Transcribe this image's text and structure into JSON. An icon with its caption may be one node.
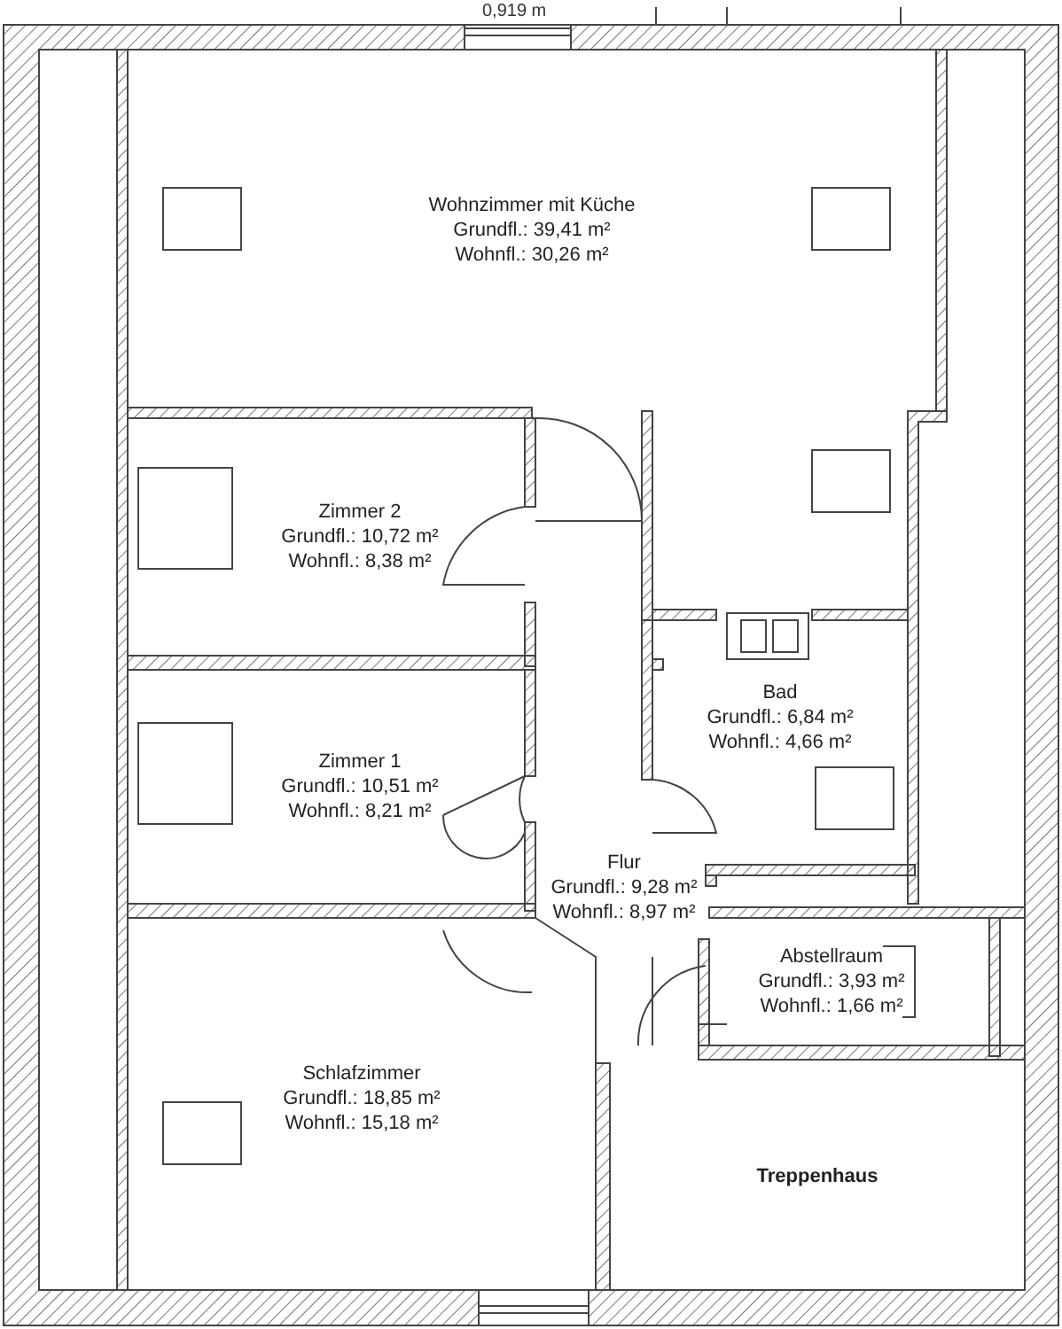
{
  "diagram": {
    "nodes": [
      {
        "text": [
          "Wohnzimmer mit Küche",
          "Grundfl.: 39,41 m²",
          "Wohnfl.: 30,26 m²"
        ]
      },
      {
        "text": [
          "Zimmer 2",
          "Grundfl.: 10,72 m²",
          "Wohnfl.: 8,38 m²"
        ]
      },
      {
        "text": [
          "Bad",
          "Grundfl.: 6,84 m²",
          "Wohnfl.: 4,66 m²"
        ]
      },
      {
        "text": [
          "Zimmer 1",
          "Grundfl.: 10,51 m²",
          "Wohnfl.: 8,21 m²"
        ]
      },
      {
        "text": [
          "Flur",
          "Grundfl.: 9,28 m²",
          "Wohnfl.: 8,97 m²"
        ]
      },
      {
        "text": [
          "Abstellraum",
          "Grundfl.: 3,93 m²",
          "Wohnfl.: 1,66 m²"
        ]
      },
      {
        "text": [
          "Schlafzimmer",
          "Grundfl.: 18,85 m²",
          "Wohnfl.: 15,18 m²"
        ]
      },
      {
        "text": [
          "Treppenhaus"
        ]
      }
    ],
    "labels": [
      "0,919 m"
    ]
  }
}
